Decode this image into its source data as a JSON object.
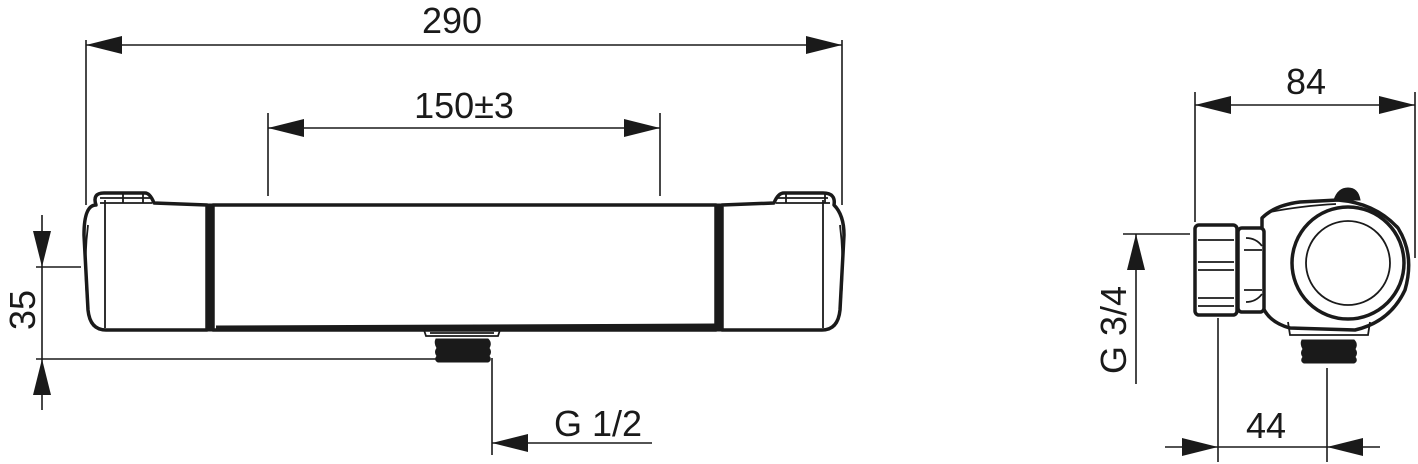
{
  "drawing": {
    "subject": "Thermostatic shower mixer dimension drawing",
    "line_color": "#1a1a1a",
    "background": "#ffffff",
    "front_view": {
      "dimensions": {
        "overall_length": "290",
        "inlet_spacing": "150±3",
        "height_to_outlet": "35",
        "outlet_thread": "G 1/2"
      }
    },
    "side_view": {
      "dimensions": {
        "depth": "84",
        "outlet_offset": "44",
        "inlet_thread": "G 3/4"
      }
    }
  }
}
